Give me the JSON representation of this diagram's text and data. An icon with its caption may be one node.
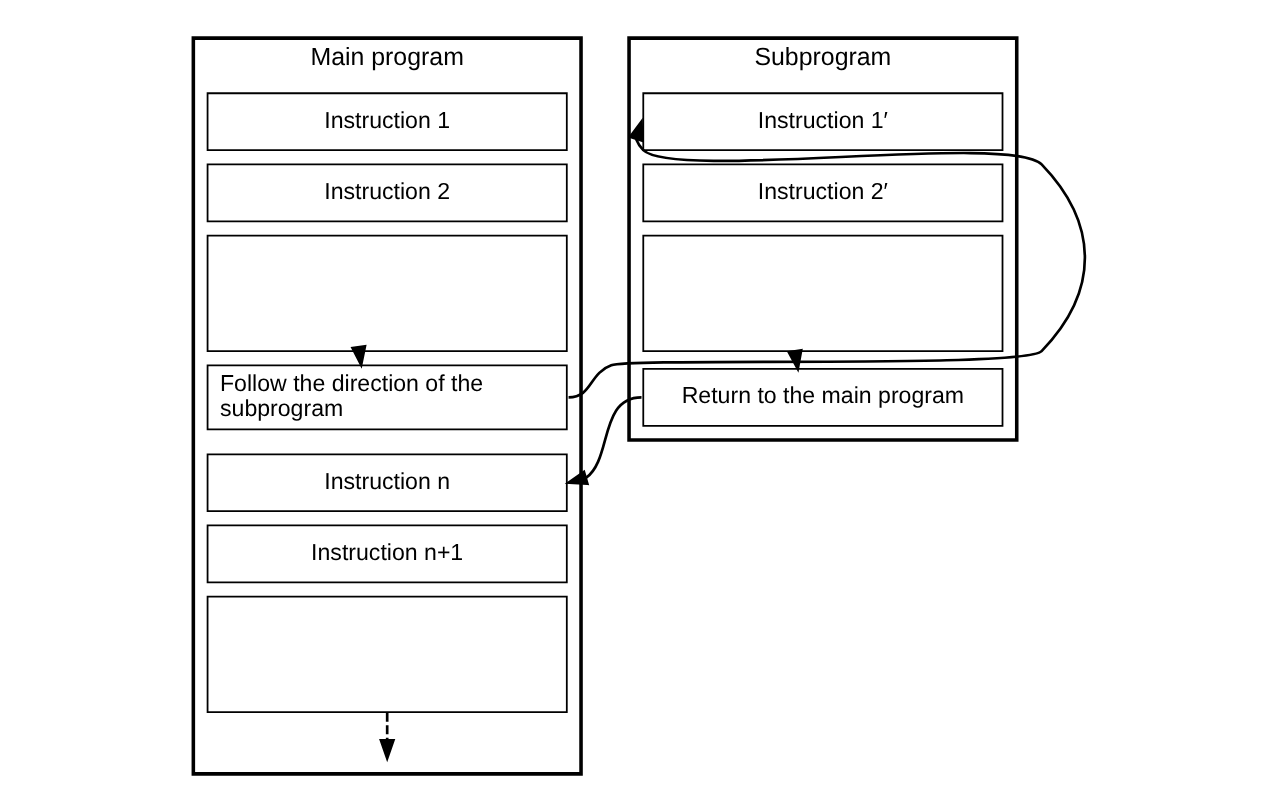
{
  "diagram": {
    "nodes": [
      {
        "text": [
          "Main program"
        ]
      },
      {
        "text": [
          "Instruction 1"
        ],
        "in": 0
      },
      {
        "text": [
          "Instruction 2"
        ],
        "in": 0
      },
      {
        "text": [],
        "shape": "box",
        "in": 0
      },
      {
        "text": [
          "Follow the direction of the subprogram"
        ],
        "in": 0
      },
      {
        "text": [
          "Instruction n"
        ],
        "in": 0
      },
      {
        "text": [
          "Instruction n+1"
        ],
        "in": 0
      },
      {
        "text": [],
        "shape": "box",
        "in": 0
      },
      {
        "text": [
          "Subprogram"
        ]
      },
      {
        "text": [
          "Instruction 1′"
        ],
        "in": 8
      },
      {
        "text": [
          "Instruction 2′"
        ],
        "in": 8
      },
      {
        "text": [],
        "shape": "box",
        "in": 8
      },
      {
        "text": [
          "Return to the main program"
        ],
        "in": 8
      }
    ],
    "edges": [
      {
        "from": 3,
        "to": 4,
        "arrow": "to",
        "style": "dashed"
      },
      {
        "from": 7,
        "to": null,
        "arrow": "to",
        "style": "dashed"
      },
      {
        "from": 11,
        "to": 12,
        "arrow": "to",
        "style": "dashed"
      },
      {
        "from": 4,
        "to": 9,
        "arrow": "to"
      },
      {
        "from": 12,
        "to": 5,
        "arrow": "to"
      }
    ]
  }
}
